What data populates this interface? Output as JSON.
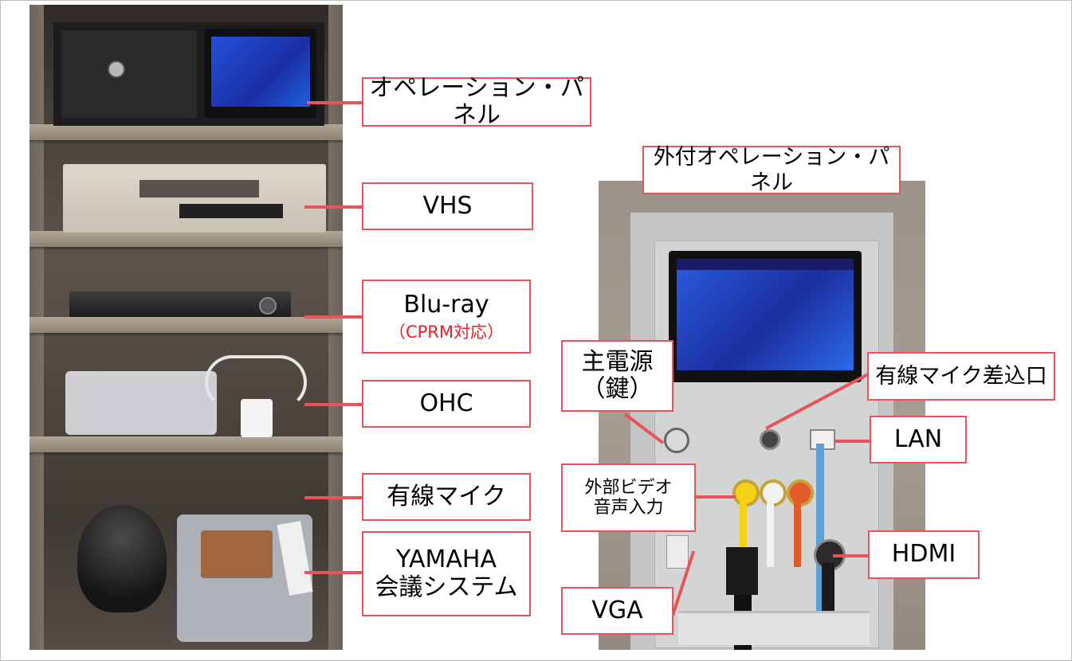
{
  "labels": {
    "operation_panel": "オペレーション・パネル",
    "vhs": "VHS",
    "bluray": "Blu-ray",
    "bluray_note": "（CPRM対応）",
    "ohc": "OHC",
    "wired_mic": "有線マイク",
    "yamaha_line1": "YAMAHA",
    "yamaha_line2": "会議システム",
    "external_panel": "外付オペレーション・パネル",
    "main_power_line1": "主電源",
    "main_power_line2": "（鍵）",
    "wired_mic_jack": "有線マイク差込口",
    "lan": "LAN",
    "ext_video_line1": "外部ビデオ",
    "ext_video_line2": "音声入力",
    "hdmi": "HDMI",
    "vga": "VGA"
  },
  "colors": {
    "callout_border": "#e8545a",
    "note_text": "#ee1c24",
    "label_text": "#000000"
  }
}
